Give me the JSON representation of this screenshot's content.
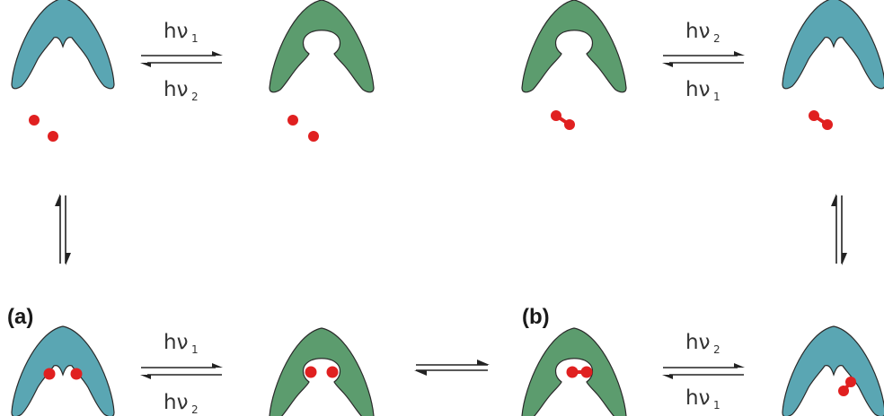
{
  "labels": {
    "panel_a": "(a)",
    "panel_b": "(b)"
  },
  "light": {
    "h": "h",
    "nu": "ν",
    "sub1": "1",
    "sub2": "2"
  },
  "colors": {
    "open_receptor": "#5aa6b3",
    "closed_receptor": "#5c9c6e",
    "guest": "#e02020",
    "arrow": "#222222"
  }
}
